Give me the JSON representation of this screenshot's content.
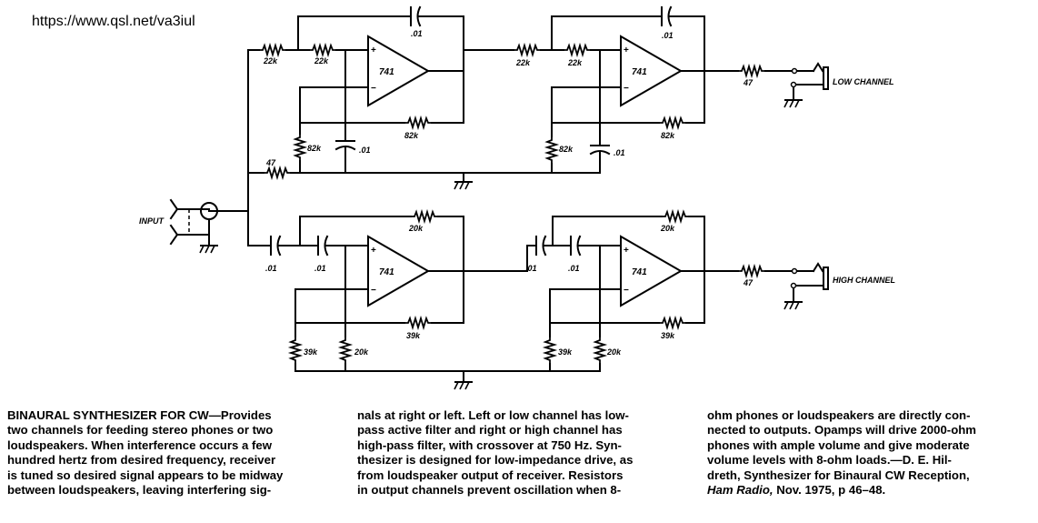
{
  "header": {
    "url": "https://www.qsl.net/va3iul"
  },
  "schematic": {
    "input_label": "INPUT",
    "low_channel_label": "LOW CHANNEL",
    "high_channel_label": "HIGH CHANNEL",
    "opamp_label": "741",
    "plus": "+",
    "minus": "−",
    "values": {
      "r22k": "22k",
      "r82k": "82k",
      "r47": "47",
      "r20k": "20k",
      "r39k": "39k",
      "c01": ".01"
    }
  },
  "caption": {
    "col1": [
      "BINAURAL SYNTHESIZER FOR CW—Provides",
      "two channels for feeding stereo phones or two",
      "loudspeakers. When interference occurs a few",
      "hundred hertz from desired frequency, receiver",
      "is tuned so desired signal appears to be midway",
      "between loudspeakers, leaving interfering sig-"
    ],
    "col2": [
      "nals at right or left. Left or low channel has low-",
      "pass active filter and right or high channel has",
      "high-pass filter, with crossover at 750 Hz. Syn-",
      "thesizer is designed for low-impedance drive, as",
      "from loudspeaker output of receiver. Resistors",
      "in output channels prevent oscillation when 8-"
    ],
    "col3": [
      "ohm phones or loudspeakers are directly con-",
      "nected to outputs. Opamps will drive 2000-ohm",
      "phones with ample volume and give moderate",
      "volume levels with 8-ohm loads.—D. E. Hil-",
      "dreth, Synthesizer for Binaural CW Reception,"
    ],
    "col3_last_italic": "Ham Radio,",
    "col3_last_rest": " Nov. 1975, p 46–48."
  }
}
